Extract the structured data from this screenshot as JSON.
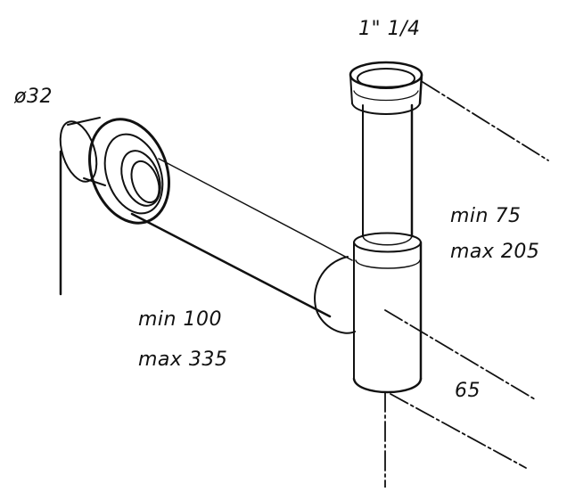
{
  "labels": {
    "thread": "1\" 1/4",
    "outlet_diameter": "ø32",
    "vertical_min": "min 75",
    "vertical_max": "max 205",
    "horizontal_min": "min 100",
    "horizontal_max": "max 335",
    "depth": "65"
  },
  "colors": {
    "line": "#111111",
    "background": "#ffffff"
  }
}
